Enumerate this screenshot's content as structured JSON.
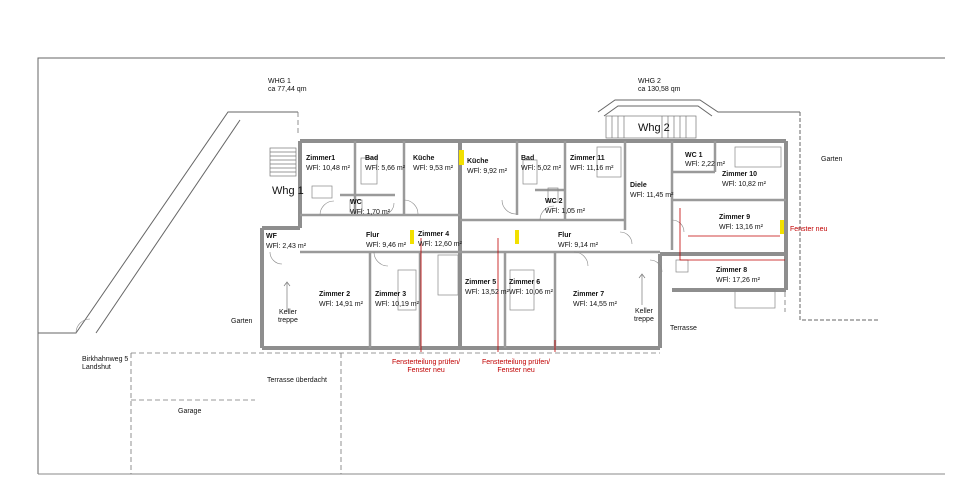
{
  "units": {
    "whg1": {
      "name": "WHG 1",
      "area": "ca 77,44 qm"
    },
    "whg2": {
      "name": "WHG 2",
      "area": "ca 130,58 qm"
    }
  },
  "stair_labels": {
    "whg1": "Whg 1",
    "whg2": "Whg 2"
  },
  "rooms": [
    {
      "name": "Zimmer1",
      "area": "WFl: 10,48 m²"
    },
    {
      "name": "Bad",
      "area": "WFl: 5,66 m²"
    },
    {
      "name": "Küche",
      "area": "WFl: 9,53 m²"
    },
    {
      "name": "Küche",
      "area": "WFl: 9,92 m²"
    },
    {
      "name": "Bad",
      "area": "WFl: 5,02 m²"
    },
    {
      "name": "Zimmer 11",
      "area": "WFl: 11,16 m²"
    },
    {
      "name": "WC 1",
      "area": "WFl: 2,22 m²"
    },
    {
      "name": "Zimmer 10",
      "area": "WFl: 10,82 m²"
    },
    {
      "name": "Diele",
      "area": "WFl: 11,45 m²"
    },
    {
      "name": "WC",
      "area": "WFl: 1,70 m²"
    },
    {
      "name": "WC 2",
      "area": "WFl: 1,05 m²"
    },
    {
      "name": "Zimmer 9",
      "area": "WFl: 13,16 m²"
    },
    {
      "name": "WF",
      "area": "WFl: 2,43 m²"
    },
    {
      "name": "Flur",
      "area": "WFl: 9,46 m²"
    },
    {
      "name": "Zimmer 4",
      "area": "WFl: 12,60 m²"
    },
    {
      "name": "Flur",
      "area": "WFl: 9,14 m²"
    },
    {
      "name": "Zimmer 8",
      "area": "WFl: 17,26 m²"
    },
    {
      "name": "Zimmer 2",
      "area": "WFl: 14,91 m²"
    },
    {
      "name": "Zimmer 3",
      "area": "WFl: 10,19 m²"
    },
    {
      "name": "Zimmer 5",
      "area": "WFl: 13,52 m²"
    },
    {
      "name": "Zimmer 6",
      "area": "WFl: 10,06 m²"
    },
    {
      "name": "Zimmer 7",
      "area": "WFl: 14,55 m²"
    }
  ],
  "labels": {
    "garten_left": "Garten",
    "garten_right": "Garten",
    "keller_left": [
      "Keller",
      "treppe"
    ],
    "keller_right": [
      "Keller",
      "treppe"
    ],
    "terrasse": "Terrasse",
    "terrasse_covered": "Terrasse überdacht",
    "garage": "Garage",
    "address": [
      "Birkhahnweg 5",
      "Landshut"
    ]
  },
  "notes": {
    "fenster_neu": "Fenster neu",
    "fensterteilung_1": [
      "Fensterteilung prüfen/",
      "Fenster neu"
    ],
    "fensterteilung_2": [
      "Fensterteilung prüfen/",
      "Fenster neu"
    ]
  },
  "colors": {
    "wall": "#9a9a9a",
    "line": "#555555",
    "note": "#c00000",
    "marker": "#f2e000"
  }
}
